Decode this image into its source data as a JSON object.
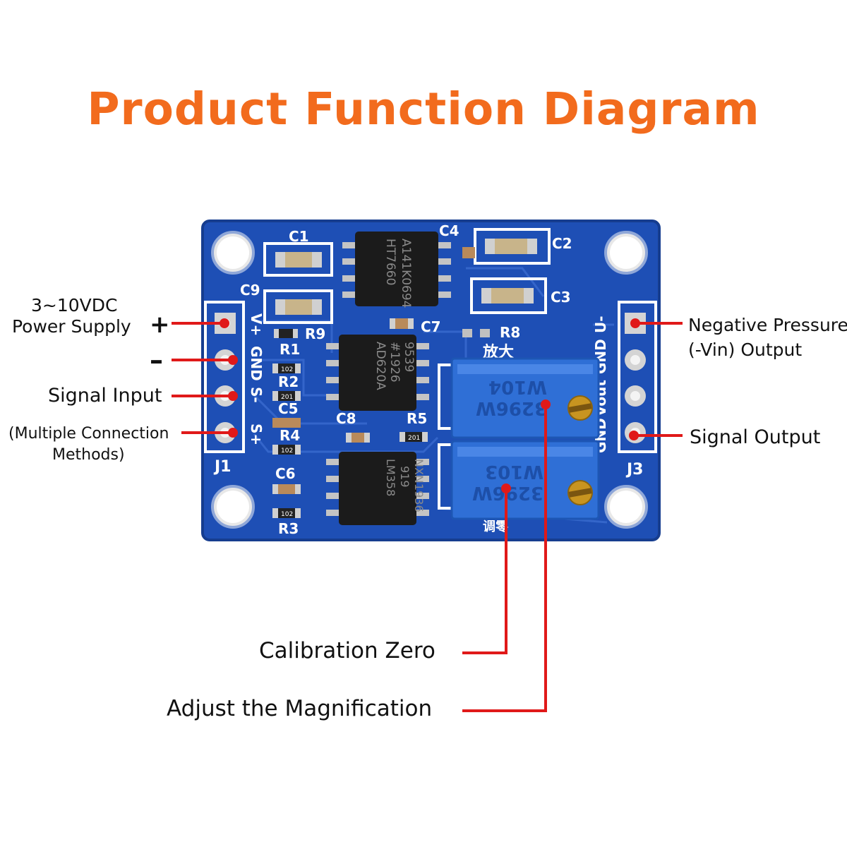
{
  "title": "Product Function Diagram",
  "colors": {
    "title": "#f26b1d",
    "pcb": "#1e4fb5",
    "pcb_edge": "#163d8f",
    "silkscreen": "#ffffff",
    "pad": "#c9c9c9",
    "chip": "#1b1b1b",
    "trimmer": "#2f6fd6",
    "screw": "#c89420",
    "callout_line": "#e01919"
  },
  "labels": {
    "power_supply_line1": "3~10VDC",
    "power_supply_line2": "Power Supply",
    "plus_sign": "+",
    "minus_sign": "–",
    "signal_input": "Signal Input",
    "multiple_connection_line1": "(Multiple Connection",
    "multiple_connection_line2": "Methods)",
    "negative_pressure_line1": "Negative Pressure",
    "negative_pressure_line2": "(-Vin) Output",
    "signal_output": "Signal Output",
    "calibration_zero": "Calibration Zero",
    "adjust_magnification": "Adjust the Magnification"
  },
  "board": {
    "headers": {
      "j1": "J1",
      "j3": "J3"
    },
    "j1_pins": [
      "V+",
      "GND",
      "S-",
      "S+"
    ],
    "j3_pins": [
      "U-",
      "GND",
      "Vout",
      "GND"
    ],
    "components": {
      "c1": "C1",
      "c2": "C2",
      "c3": "C3",
      "c4": "C4",
      "c5": "C5",
      "c6": "C6",
      "c7": "C7",
      "c8": "C8",
      "c9": "C9",
      "r1": "R1",
      "r2": "R2",
      "r3": "R3",
      "r4": "R4",
      "r5": "R5",
      "r8": "R8",
      "r9": "R9"
    },
    "chips": {
      "u1_line1": "HT7660",
      "u1_line2": "A141K0694",
      "u2_line1": "AD620A",
      "u2_line2": "#1926",
      "u2_line3": "9539",
      "u3_line1": "LM358",
      "u3_line2": "919",
      "u3_line3": "NXN1936"
    },
    "trimmers": {
      "top_line1": "W104",
      "top_line2": "3296W",
      "bottom_line1": "W103",
      "bottom_line2": "3296W"
    },
    "resistor_codes": {
      "r1": "102",
      "r2": "201",
      "r4": "102",
      "r3": "102",
      "r5": "201"
    },
    "silk_gain": "放大",
    "silk_zero": "调零"
  }
}
